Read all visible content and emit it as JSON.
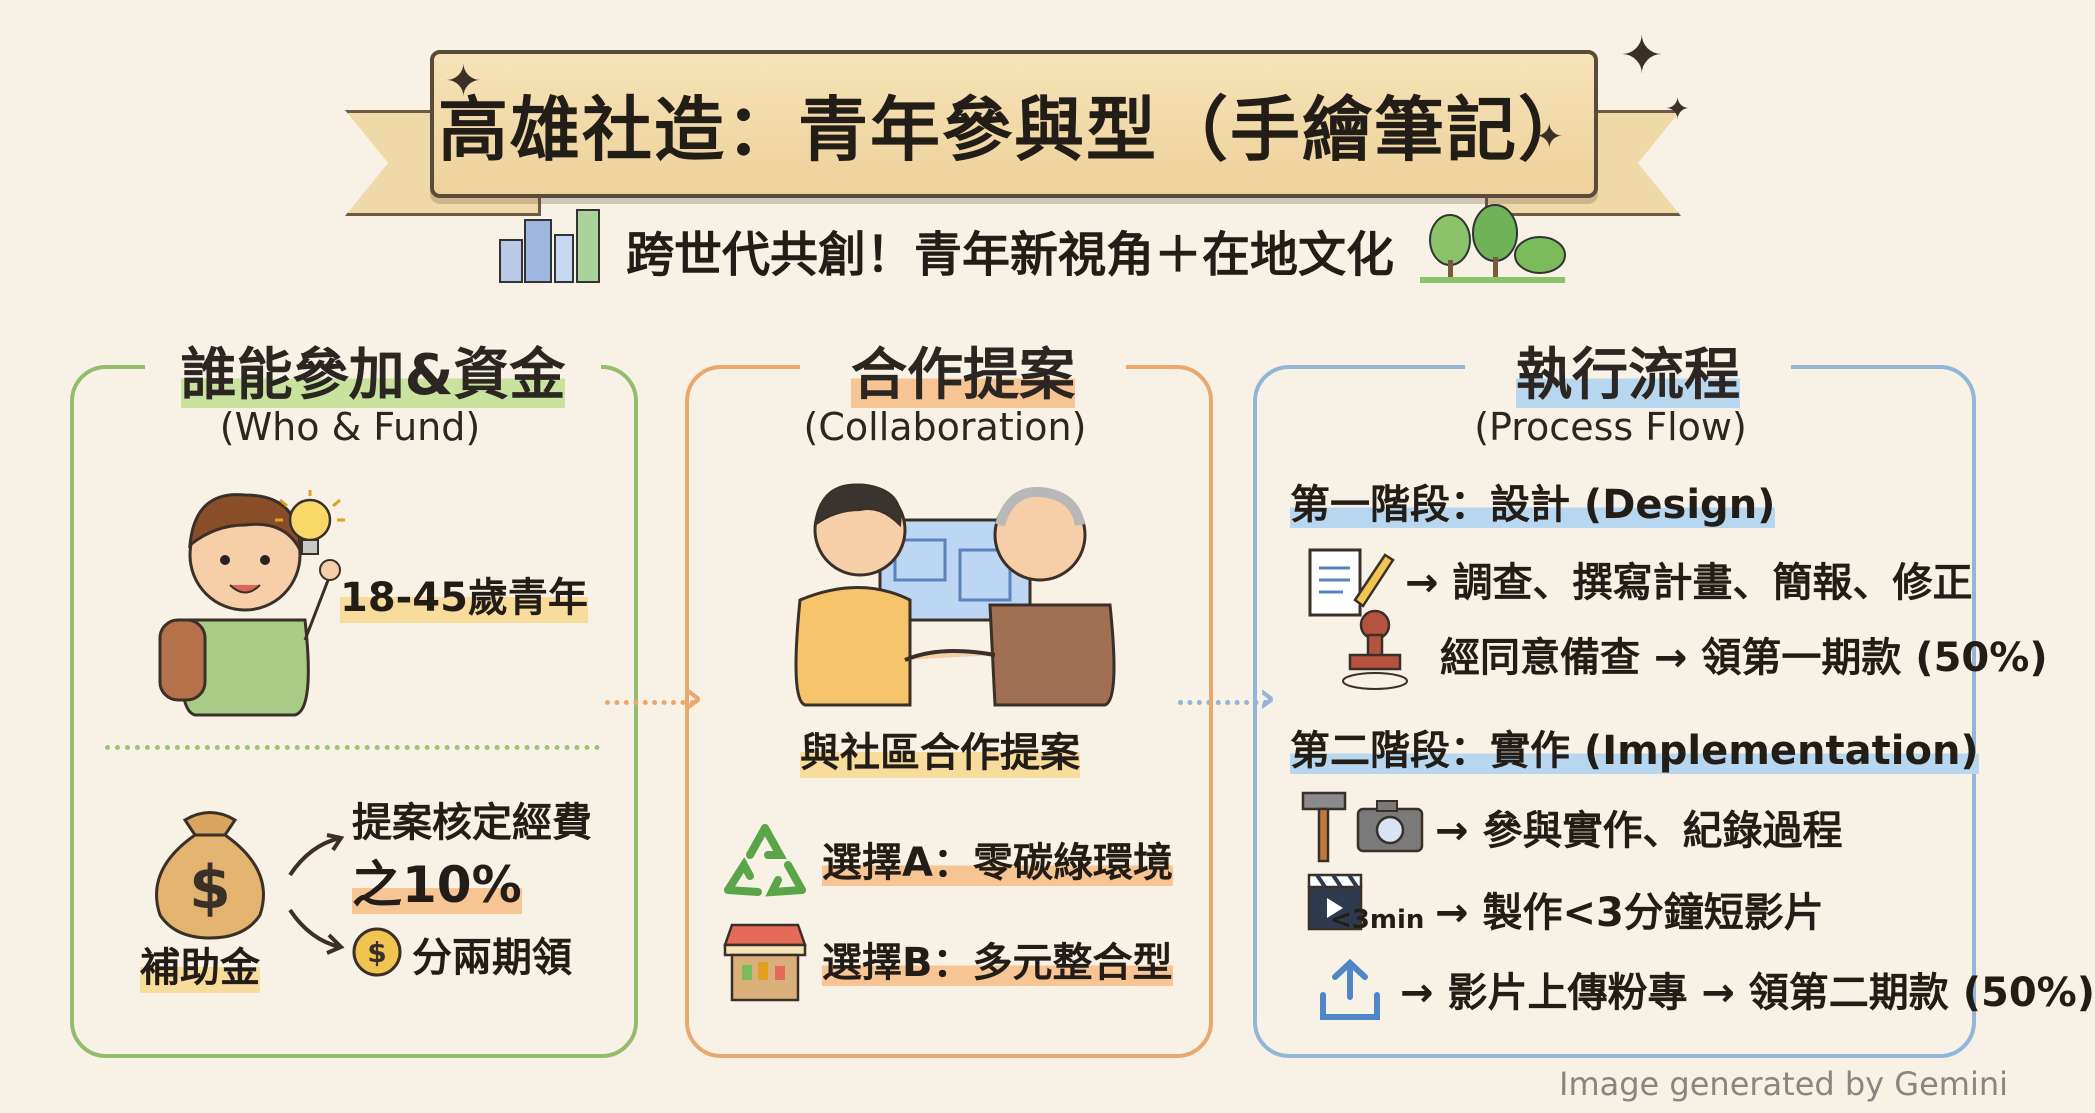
{
  "title": "高雄社造：青年參與型（手繪筆記）",
  "subtitle": "跨世代共創！青年新視角＋在地文化",
  "panels": {
    "who": {
      "title": "誰能參加&資金",
      "subtitle": "(Who & Fund)",
      "age": "18-45歲青年",
      "fund_label": "補助金",
      "fund_line1": "提案核定經費",
      "fund_line2": "之10%",
      "fund_installments": "分兩期領"
    },
    "collab": {
      "title": "合作提案",
      "subtitle": "(Collaboration)",
      "caption": "與社區合作提案",
      "option_a": "選擇A：零碳綠環境",
      "option_b": "選擇B：多元整合型"
    },
    "process": {
      "title": "執行流程",
      "subtitle": "(Process Flow)",
      "stage1": "第一階段：設計 (Design)",
      "stage1_step1": "→ 調查、撰寫計畫、簡報、修正",
      "stage1_step2": "經同意備查 → 領第一期款 (50%)",
      "stage2": "第二階段：實作 (Implementation)",
      "stage2_step1": "→ 參與實作、紀錄過程",
      "stage2_step2": "→ 製作<3分鐘短影片",
      "stage2_video_badge": "<3min",
      "stage2_step3": "→ 影片上傳粉專 → 領第二期款 (50%)"
    }
  },
  "watermark": "Image generated by Gemini",
  "colors": {
    "green": "#93bd6d",
    "orange": "#e9a86d",
    "blue": "#92b5d8",
    "banner": "#f0d9a8",
    "background": "#f7f1e6"
  },
  "icons": [
    "sparkle-icon",
    "city-icon",
    "trees-icon",
    "lightbulb-icon",
    "money-bag-icon",
    "coin-icon",
    "blueprint-icon",
    "recycle-icon",
    "market-stall-icon",
    "document-pencil-icon",
    "stamp-icon",
    "hammer-icon",
    "camera-icon",
    "clapperboard-icon",
    "upload-icon"
  ]
}
